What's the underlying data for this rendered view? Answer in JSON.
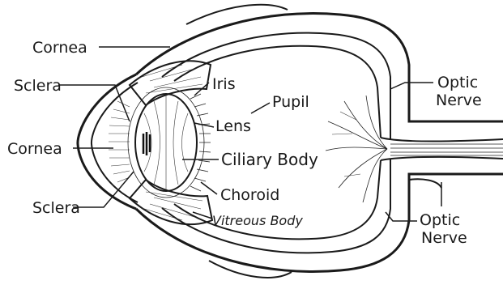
{
  "labels": {
    "cornea_top": "Cornea",
    "sclera_top": "Sclera",
    "cornea_mid": "Cornea",
    "sclera_bottom": "Sclera",
    "iris": "Iris",
    "pupil": "Pupil",
    "lens": "Lens",
    "ciliary_body": "Ciliary Body",
    "choroid": "Choroid",
    "vitreous_body": "Vitreous Body",
    "optic_nerve_top_1": "Optic",
    "optic_nerve_top_2": "Nerve",
    "optic_nerve_bottom_1": "Optic",
    "optic_nerve_bottom_2": "Nerve"
  }
}
